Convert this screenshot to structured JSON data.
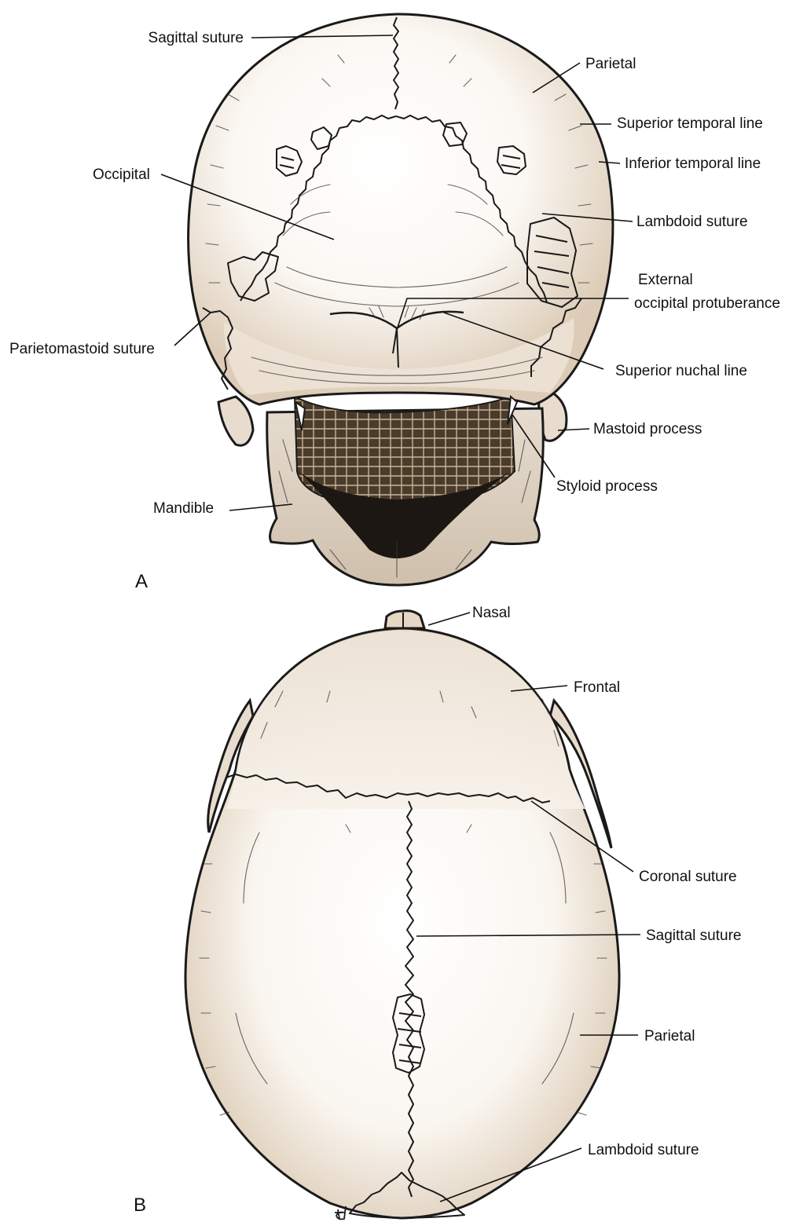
{
  "colors": {
    "bone_light": "#fdfcfa",
    "bone_mid": "#efe6da",
    "bone_dark": "#d9c9b4",
    "line": "#1a1a1a",
    "cavity": "#1c1712"
  },
  "panel_a": {
    "letter": "A",
    "labels": {
      "sagittal_suture": "Sagittal suture",
      "parietal": "Parietal",
      "superior_temporal_line": "Superior temporal line",
      "inferior_temporal_line": "Inferior temporal line",
      "occipital": "Occipital",
      "lambdoid_suture": "Lambdoid suture",
      "external_line1": "External",
      "external_line2": "occipital protuberance",
      "parietomastoid_suture": "Parietomastoid suture",
      "superior_nuchal_line": "Superior nuchal line",
      "mastoid_process": "Mastoid process",
      "styloid_process": "Styloid process",
      "mandible": "Mandible"
    }
  },
  "panel_b": {
    "letter": "B",
    "labels": {
      "nasal": "Nasal",
      "frontal": "Frontal",
      "coronal_suture": "Coronal suture",
      "sagittal_suture": "Sagittal suture",
      "parietal": "Parietal",
      "lambdoid_suture": "Lambdoid suture"
    },
    "signature": "td"
  }
}
